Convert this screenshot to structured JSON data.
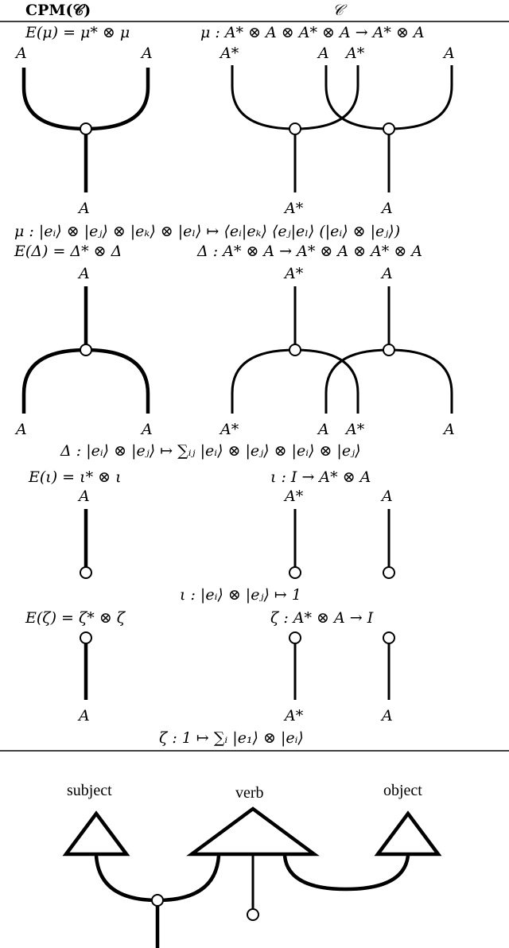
{
  "header": {
    "cpm": "CPM(𝒞)",
    "cat": "𝒞"
  },
  "mu": {
    "left_eq": "E(μ) = μ* ⊗ μ",
    "right_eq": "μ : A* ⊗ A ⊗ A* ⊗ A → A* ⊗ A",
    "left_top": [
      "A",
      "A"
    ],
    "right_top": [
      "A*",
      "A",
      "A*",
      "A"
    ],
    "left_bottom": "A",
    "right_bottom": [
      "A*",
      "A"
    ],
    "formula": "μ : |eᵢ⟩ ⊗ |eⱼ⟩ ⊗ |eₖ⟩ ⊗ |eₗ⟩ ↦ ⟨eᵢ|eₖ⟩ ⟨eⱼ|eₗ⟩ (|eᵢ⟩ ⊗ |eⱼ⟩)"
  },
  "delta": {
    "left_eq": "E(Δ) = Δ* ⊗ Δ",
    "right_eq": "Δ : A* ⊗ A → A* ⊗ A ⊗ A* ⊗ A",
    "left_top": "A",
    "right_top": [
      "A*",
      "A"
    ],
    "left_bottom": [
      "A",
      "A"
    ],
    "right_bottom": [
      "A*",
      "A",
      "A*",
      "A"
    ],
    "formula": "Δ : |eᵢ⟩ ⊗ |eⱼ⟩ ↦ ∑ᵢⱼ |eᵢ⟩ ⊗ |eⱼ⟩ ⊗ |eᵢ⟩ ⊗ |eⱼ⟩"
  },
  "iota": {
    "left_eq": "E(ι) = ι* ⊗ ι",
    "right_eq": "ι : I → A* ⊗ A",
    "left_top": "A",
    "right_top": [
      "A*",
      "A"
    ],
    "formula": "ι : |eᵢ⟩ ⊗ |eⱼ⟩ ↦ 1"
  },
  "zeta": {
    "left_eq": "E(ζ) = ζ* ⊗ ζ",
    "right_eq": "ζ : A* ⊗ A → I",
    "left_bottom": "A",
    "right_bottom": [
      "A*",
      "A"
    ],
    "formula": "ζ : 1 ↦ ∑ᵢ |e₁⟩ ⊗ |eᵢ⟩"
  },
  "sentence": {
    "subject": "subject",
    "verb": "verb",
    "object": "object"
  }
}
